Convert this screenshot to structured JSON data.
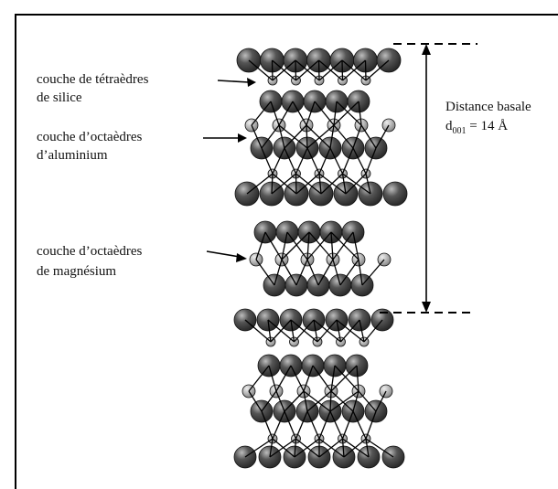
{
  "labels": {
    "tetra_line1": "couche de tétraèdres",
    "tetra_line2": "de silice",
    "octa_al_line1": "couche d’octaèdres",
    "octa_al_line2": "d’aluminium",
    "octa_mg_line1": "couche d’octaèdres",
    "octa_mg_line2": "de magnésium",
    "distance_line1": "Distance basale",
    "distance_symbol": "d",
    "distance_subscript": "001",
    "distance_value": " = 14 Å"
  },
  "colors": {
    "atom_large": "#2a2a2a",
    "atom_small": "#8a8a8a",
    "ink": "#000000"
  }
}
